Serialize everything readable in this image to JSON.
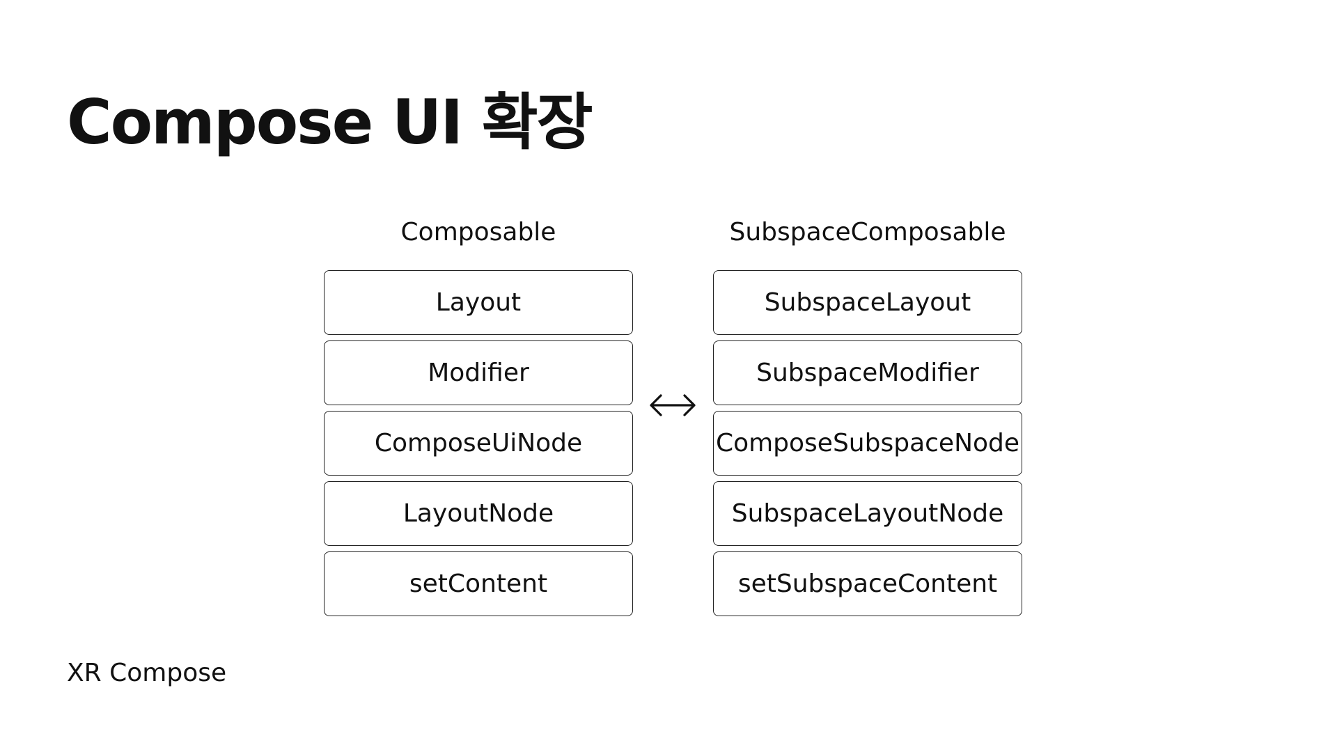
{
  "title": "Compose UI 확장",
  "columns": {
    "left": {
      "header": "Composable",
      "items": [
        "Layout",
        "Modifier",
        "ComposeUiNode",
        "LayoutNode",
        "setContent"
      ]
    },
    "right": {
      "header": "SubspaceComposable",
      "items": [
        "SubspaceLayout",
        "SubspaceModifier",
        "ComposeSubspaceNode",
        "SubspaceLayoutNode",
        "setSubspaceContent"
      ]
    }
  },
  "connector_icon": "bidirectional-arrow-icon",
  "footer": "XR Compose",
  "colors": {
    "background": "#ffffff",
    "text": "#111111",
    "border": "#222222"
  }
}
